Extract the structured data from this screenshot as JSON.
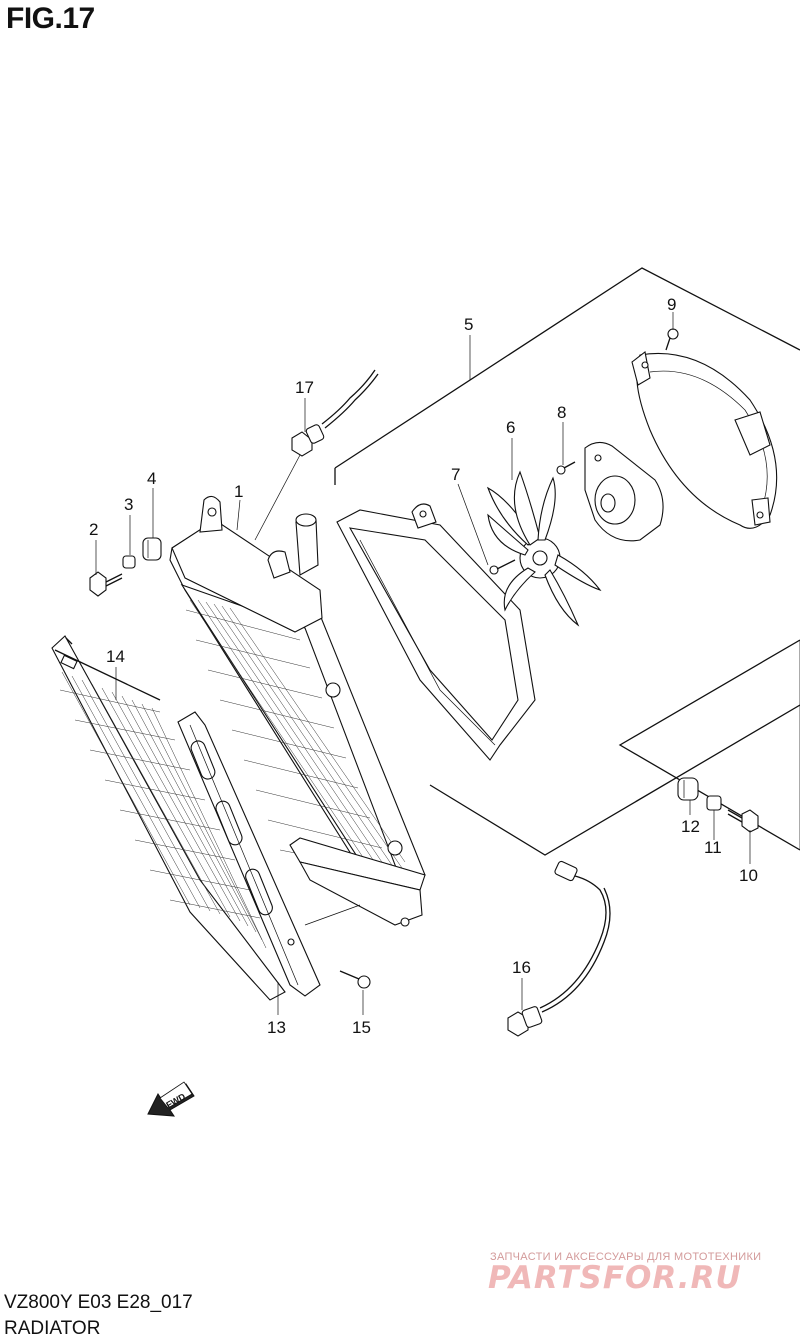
{
  "figure": {
    "title": "FIG.17",
    "model_code": "VZ800Y E03 E28_017",
    "name": "RADIATOR"
  },
  "callouts": [
    "1",
    "2",
    "3",
    "4",
    "5",
    "6",
    "7",
    "8",
    "9",
    "10",
    "11",
    "12",
    "13",
    "14",
    "15",
    "16",
    "17"
  ],
  "forward_arrow": {
    "label": "FWD"
  },
  "watermark": {
    "tagline": "ЗАПЧАСТИ И АКСЕССУАРЫ ДЛЯ МОТОТЕХНИКИ",
    "brand": "PARTSFOR.RU"
  }
}
